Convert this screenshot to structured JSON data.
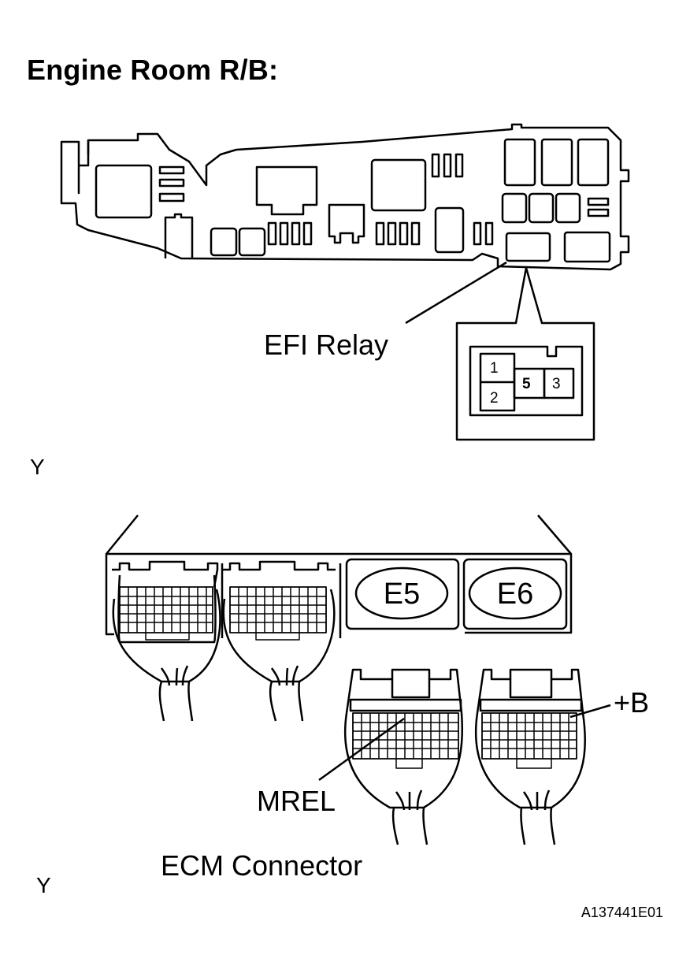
{
  "title": "Engine Room R/B:",
  "relay_box": {
    "callout_label": "EFI Relay",
    "pins": [
      "1",
      "2",
      "5",
      "3"
    ]
  },
  "markers": [
    "Y",
    "Y"
  ],
  "ecm": {
    "connectors": [
      "E5",
      "E6"
    ],
    "terminal_mrel": "MREL",
    "terminal_b": "+B",
    "caption": "ECM Connector"
  },
  "figure_id": "A137441E01"
}
